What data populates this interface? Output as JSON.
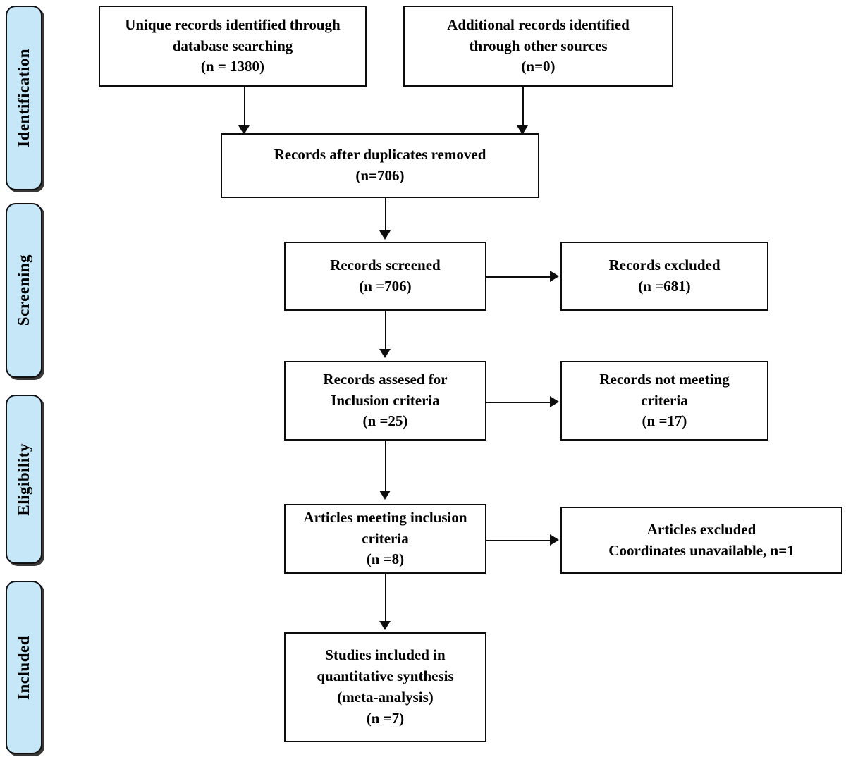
{
  "diagram": {
    "type": "prisma-flow-diagram",
    "title": "PRISMA study selection flow diagram",
    "accent_color": "#c5e7f8",
    "line_color": "#0d0d0d",
    "background_color": "#ffffff"
  },
  "stages": [
    {
      "id": "identification",
      "label": "Identification"
    },
    {
      "id": "screening",
      "label": "Screening"
    },
    {
      "id": "eligibility",
      "label": "Eligibility"
    },
    {
      "id": "included",
      "label": "Included"
    }
  ],
  "boxes": {
    "database_search": {
      "lines": [
        "Unique records identified through",
        "database searching",
        "(n = 1380)"
      ],
      "count": 1380
    },
    "other_sources": {
      "lines": [
        "Additional records identified",
        "through other sources",
        "(n=0)"
      ],
      "count": 0
    },
    "duplicates_removed": {
      "lines": [
        "Records after duplicates removed",
        "(n=706)"
      ],
      "count": 706
    },
    "records_screened": {
      "lines": [
        "Records screened",
        "(n =706)"
      ],
      "count": 706
    },
    "records_excluded": {
      "lines": [
        "Records excluded",
        "(n =681)"
      ],
      "count": 681
    },
    "records_assessed": {
      "lines": [
        "Records assesed for",
        "Inclusion criteria",
        "(n =25)"
      ],
      "count": 25
    },
    "records_not_meeting": {
      "lines": [
        "Records not meeting",
        "criteria",
        "(n =17)"
      ],
      "count": 17
    },
    "articles_meeting": {
      "lines": [
        "Articles meeting inclusion",
        "criteria",
        "(n =8)"
      ],
      "count": 8
    },
    "articles_excluded": {
      "lines": [
        "Articles excluded",
        "Coordinates unavailable, n=1"
      ],
      "count": 1
    },
    "studies_included": {
      "lines": [
        "Studies included in",
        "quantitative synthesis",
        "(meta-analysis)",
        "(n =7)"
      ],
      "count": 7
    }
  }
}
